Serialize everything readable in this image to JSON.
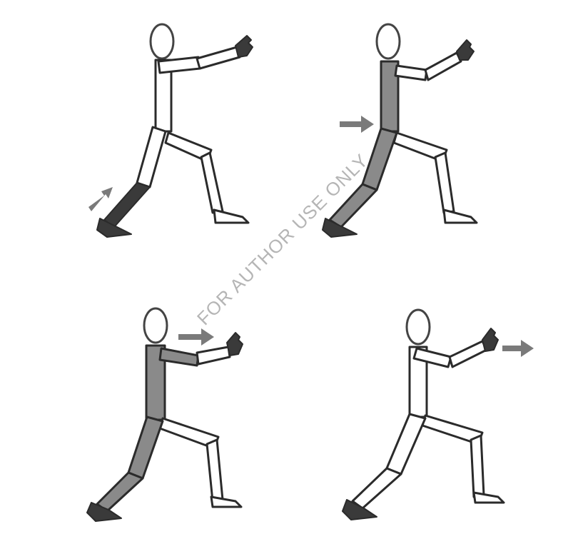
{
  "watermark": {
    "text": "FOR AUTHOR USE ONLY"
  },
  "panels": [
    {
      "id": "panel-1",
      "shaded_parts": [
        "back-leg"
      ],
      "arrow": "back-leg"
    },
    {
      "id": "panel-2",
      "shaded_parts": [
        "back-leg",
        "torso"
      ],
      "arrow": "hip"
    },
    {
      "id": "panel-3",
      "shaded_parts": [
        "back-leg",
        "torso",
        "arm"
      ],
      "arrow": "arm"
    },
    {
      "id": "panel-4",
      "shaded_parts": [],
      "arrow": "hand"
    }
  ],
  "colors": {
    "outline": "#2b2b2b",
    "shaded": "#8a8a8a",
    "arrow": "#7a7a7a"
  }
}
